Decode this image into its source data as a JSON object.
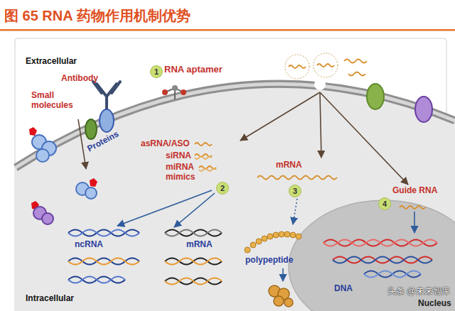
{
  "diagram": {
    "title": "图 65 RNA 药物作用机制优势",
    "nodes": [
      {
        "text": [
          "Intracellular"
        ]
      },
      {
        "text": [
          "DNA",
          "Nucleus"
        ],
        "in": 0
      }
    ],
    "labels": [
      "Extracellular",
      "Antibody",
      "1",
      "RNA aptamer",
      "Small molecules",
      "Proteins",
      "asRNA/ASO",
      "siRNA",
      "miRNA mimics",
      "mRNA",
      "Guide RNA",
      "2",
      "3",
      "4",
      "ncRNA",
      "mRNA",
      "polypeptide",
      "头条 @未来智库"
    ]
  }
}
